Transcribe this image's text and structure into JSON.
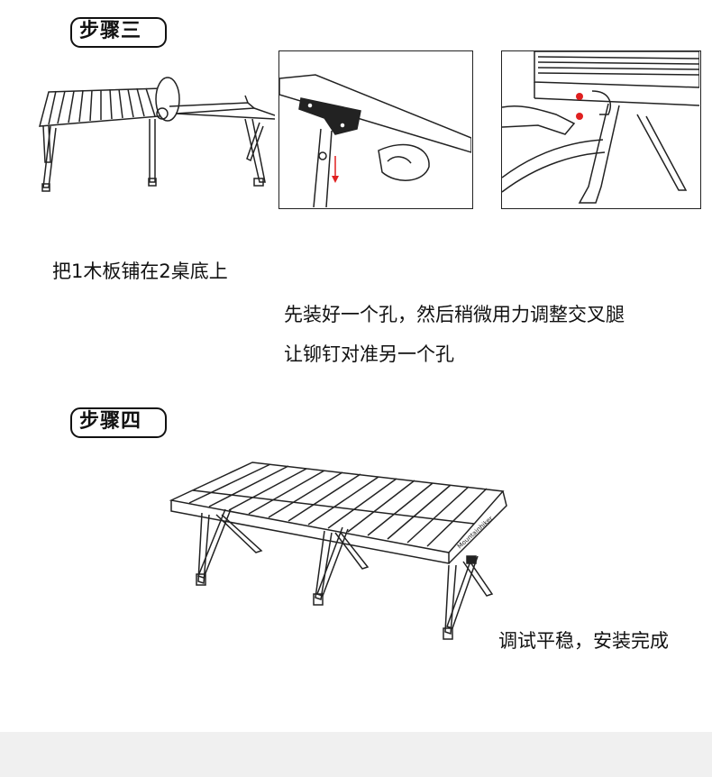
{
  "step3": {
    "title": "步骤三",
    "caption1": "把1木板铺在2桌底上",
    "caption2_line1": "先装好一个孔，然后稍微用力调整交叉腿",
    "caption2_line2": "让铆钉对准另一个孔"
  },
  "step4": {
    "title": "步骤四",
    "caption": "调试平稳，安装完成",
    "brand": "Mountainhiker"
  },
  "colors": {
    "text": "#111111",
    "line": "#222222",
    "marker": "#e02020",
    "footer": "#f0f0f0"
  }
}
